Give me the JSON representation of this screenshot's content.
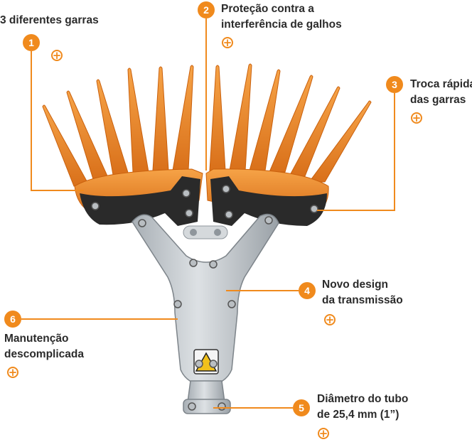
{
  "colors": {
    "accent": "#f08a1d",
    "tines": "#ee8a22",
    "tines_dark": "#c9600d",
    "metal": "#c9ced3",
    "metal_dark": "#8f969c",
    "plastic": "#2a2a2a"
  },
  "callouts": [
    {
      "number": "1",
      "lines": [
        "3 diferentes garras"
      ]
    },
    {
      "number": "2",
      "lines": [
        "Proteção contra a",
        "interferência de galhos"
      ]
    },
    {
      "number": "3",
      "lines": [
        "Troca rápida",
        "das garras"
      ]
    },
    {
      "number": "4",
      "lines": [
        "Novo design",
        "da transmissão"
      ]
    },
    {
      "number": "5",
      "lines": [
        "Diâmetro do tubo",
        "de 25,4 mm (1”)"
      ]
    },
    {
      "number": "6",
      "lines": [
        "Manutenção",
        "descomplicada"
      ]
    }
  ],
  "icons": {
    "expand": "plus-circle-icon",
    "warning": "warning-triangle-icon"
  }
}
